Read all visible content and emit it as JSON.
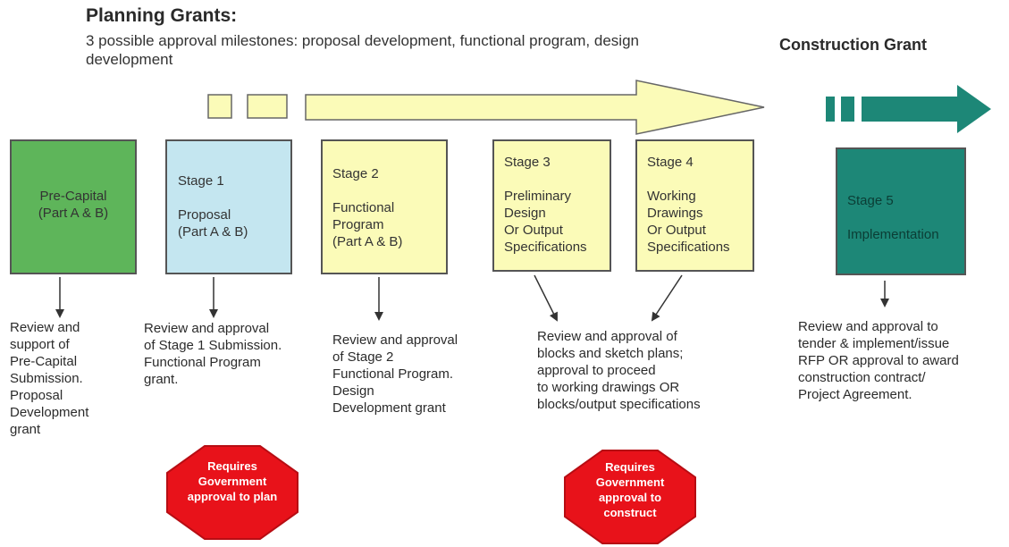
{
  "header": {
    "title": "Planning Grants:",
    "subtitle": "3 possible approval milestones: proposal development, functional program, design development",
    "construction_title": "Construction Grant"
  },
  "stages": [
    {
      "label": "Pre-Capital\n(Part A & B)",
      "color": "#5eb55a"
    },
    {
      "label": "Stage 1\n\nProposal\n(Part A & B)",
      "color": "#c4e6f0"
    },
    {
      "label": "Stage 2\n\nFunctional\nProgram\n(Part A & B)",
      "color": "#fbfbb8"
    },
    {
      "label": "Stage 3\n\nPreliminary\nDesign\nOr Output\nSpecifications",
      "color": "#fbfbb8"
    },
    {
      "label": "Stage 4\n\nWorking\nDrawings\nOr Output\nSpecifications",
      "color": "#fbfbb8"
    },
    {
      "label": "Stage 5\n\nImplementation",
      "color": "#1d8777"
    }
  ],
  "reviews": [
    "Review and\nsupport of\nPre-Capital\nSubmission.\nProposal\nDevelopment\ngrant",
    "Review and approval\nof Stage 1 Submission.\nFunctional Program\ngrant.",
    "Review and approval\nof Stage 2\nFunctional Program.\nDesign\nDevelopment grant",
    "Review and approval of\nblocks and sketch plans;\napproval to proceed\nto working drawings OR\nblocks/output specifications",
    "Review and approval to\ntender & implement/issue\nRFP OR approval to award\nconstruction contract/\nProject Agreement."
  ],
  "stop_signs": [
    {
      "label": "Requires\nGovernment\napproval to plan",
      "color": "#e8121a"
    },
    {
      "label": "Requires\nGovernment\napproval to\nconstruct",
      "color": "#e8121a"
    }
  ],
  "colors": {
    "planning_arrow": "#fbfbb8",
    "construction_arrow": "#1d8777",
    "connector": "#333333"
  }
}
